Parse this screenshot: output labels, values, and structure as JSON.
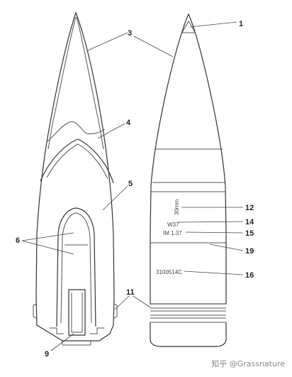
{
  "callouts": [
    "1",
    "3",
    "4",
    "5",
    "6",
    "9",
    "11",
    "12",
    "14",
    "15",
    "16",
    "19"
  ],
  "markings": {
    "vertical": "30mm",
    "weight": "W37",
    "lot": "IM 1.37",
    "serial": "3100514C"
  },
  "watermark": "知乎 @Grassnature"
}
